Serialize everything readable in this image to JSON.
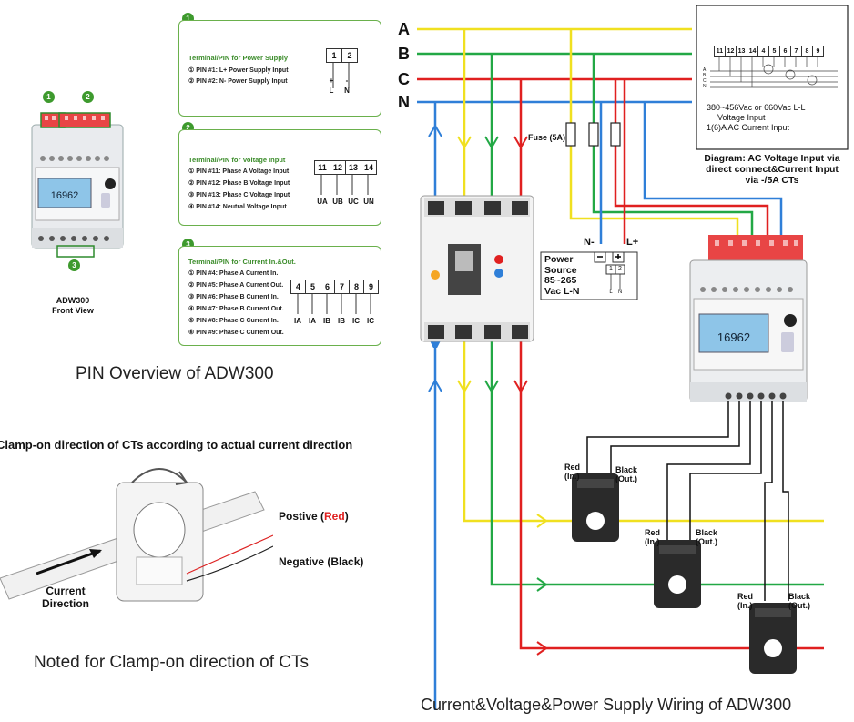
{
  "left": {
    "badge1": "1",
    "badge2": "2",
    "badge3": "3",
    "device_lcd": "16962",
    "device_name": "ADW300",
    "device_view": "Front View",
    "pin_overview_caption": "PIN Overview of ADW300",
    "clamp_heading": "Clamp-on direction of CTs according to actual current direction",
    "positive_label": "Postive (",
    "positive_red": "Red",
    "positive_close": ")",
    "negative_label": "Negative (Black)",
    "current_direction": [
      "Current",
      "Direction"
    ],
    "clamp_caption": "Noted for Clamp-on direction of CTs"
  },
  "cards": {
    "power": {
      "badge": "1",
      "title": "Terminal/PIN for Power Supply",
      "rows": [
        "① PIN #1: L+ Power Supply Input",
        "② PIN #2: N- Power Supply Input"
      ],
      "pins": [
        "1",
        "2"
      ],
      "signs": [
        "+",
        "-"
      ],
      "subs": [
        "L",
        "N"
      ]
    },
    "voltage": {
      "badge": "2",
      "title": "Terminal/PIN for Voltage Input",
      "rows": [
        "① PIN #11: Phase A Voltage Input",
        "② PIN #12: Phase B Voltage Input",
        "③ PIN #13: Phase C Voltage Input",
        "④ PIN #14: Neutral Voltage Input"
      ],
      "pins": [
        "11",
        "12",
        "13",
        "14"
      ],
      "subs": [
        "UA",
        "UB",
        "UC",
        "UN"
      ]
    },
    "current": {
      "badge": "3",
      "title": "Terminal/PIN for Current In.&Out.",
      "rows": [
        "① PIN #4: Phase A Current In.",
        "② PIN #5: Phase A Current Out.",
        "③ PIN #6: Phase B Current In.",
        "④ PIN #7: Phase B Current Out.",
        "⑤ PIN #8: Phase C Current In.",
        "⑥ PIN #9: Phase C Current Out."
      ],
      "pins": [
        "4",
        "5",
        "6",
        "7",
        "8",
        "9"
      ],
      "subs": [
        "IA",
        "IA",
        "IB",
        "IB",
        "IC",
        "IC"
      ]
    }
  },
  "wiring": {
    "phases": [
      "A",
      "B",
      "C",
      "N"
    ],
    "colors": {
      "A": "#f0e020",
      "B": "#22a845",
      "C": "#e02020",
      "N": "#2f7fd8"
    },
    "fuse_label": "Fuse (5A)",
    "power_source": [
      "Power",
      "Source",
      "85~265",
      "Vac L-N"
    ],
    "n_minus": "N-",
    "l_plus": "L+",
    "ps_pins": [
      "1",
      "2"
    ],
    "ps_subs": [
      "L",
      "N"
    ],
    "diagram_note": [
      "380~456Vac or 660Vac L-L",
      "Voltage Input",
      "1(6)A AC Current Input"
    ],
    "diagram_caption": [
      "Diagram: AC Voltage Input via",
      "direct connect&Current Input",
      "via -/5A CTs"
    ],
    "mini_pins": [
      "11",
      "12",
      "13",
      "14",
      "4",
      "5",
      "6",
      "7",
      "8",
      "9"
    ],
    "mini_phases": [
      "A",
      "B",
      "C",
      "N"
    ],
    "ct_red": [
      "Red",
      "(In.)"
    ],
    "ct_black": [
      "Black",
      "(Out.)"
    ],
    "meter_lcd": "16962",
    "caption": "Current&Voltage&Power Supply Wiring of ADW300"
  }
}
